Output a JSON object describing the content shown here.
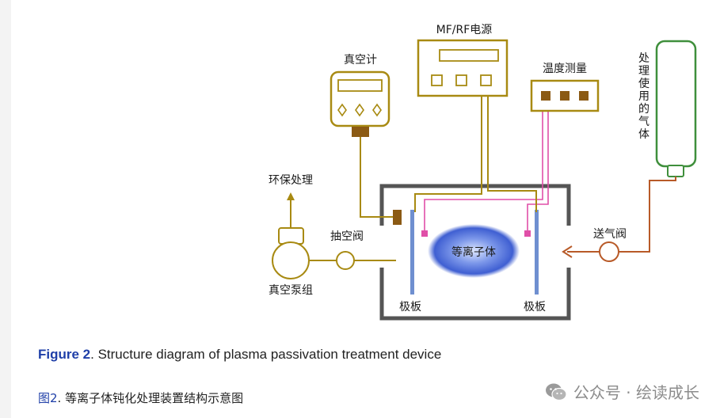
{
  "diagram": {
    "power_supply_label": "MF/RF电源",
    "vacuum_gauge_label": "真空计",
    "temp_measure_label": "温度测量",
    "process_gas_label": [
      "处",
      "理",
      "使",
      "用",
      "的",
      "气",
      "体"
    ],
    "exhaust_label": "环保处理",
    "pump_valve_label": "抽空阀",
    "vacuum_pump_label": "真空泵组",
    "plasma_label": "等离子体",
    "feed_valve_label": "送气阀",
    "left_plate_label": "极板",
    "right_plate_label": "极板"
  },
  "caption": {
    "en_fig": "Figure 2",
    "en_text": ". Structure diagram of plasma passivation treatment device",
    "cn_fig": "图2",
    "cn_text": ". 等离子体钝化处理装置结构示意图"
  },
  "watermark": {
    "text": "公众号 · 绘读成长",
    "icon": "wechat-icon"
  },
  "colors": {
    "equipment_outline": "#a88a12",
    "chamber": "#555555",
    "pink_wire": "#e04fa8",
    "gas_line": "#b85a28",
    "gas_cylinder": "#3f8f3c",
    "electrode": "#6f8fd0",
    "plasma": "#3d5fd0",
    "pad": "#8b5a14",
    "caption_fig": "#1f3fa8"
  }
}
